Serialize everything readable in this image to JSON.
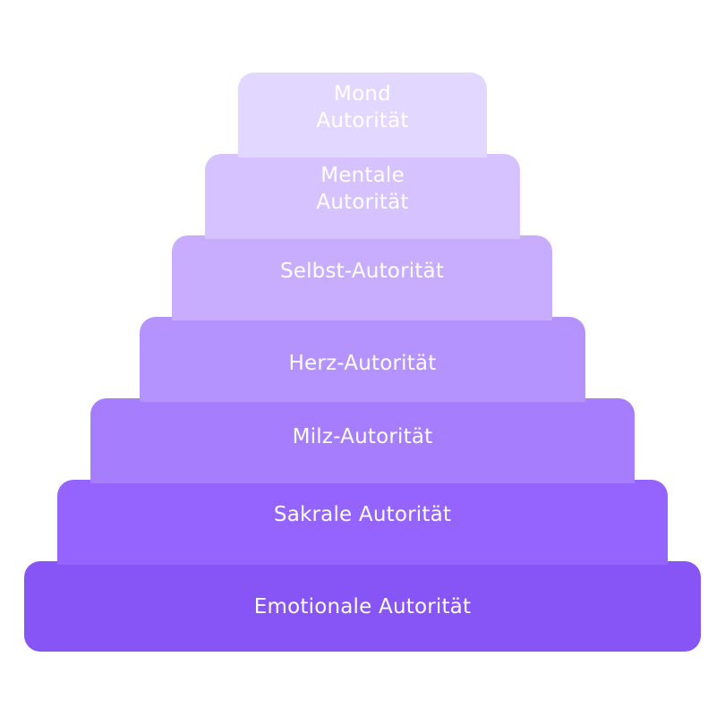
{
  "tiers": [
    {
      "label": "Mond Autorität",
      "color": "#e2d8ff"
    },
    {
      "label": "Mentale Autorität",
      "color": "#d5c2ff"
    },
    {
      "label": "Selbst-Autorität",
      "color": "#c8adff"
    },
    {
      "label": "Herz-Autorität",
      "color": "#b493ff"
    },
    {
      "label": "Milz-Autorität",
      "color": "#a57dfd"
    },
    {
      "label": "Sakrale Autorität",
      "color": "#9563fd"
    },
    {
      "label": "Emotionale Autorität",
      "color": "#8754f5"
    }
  ]
}
